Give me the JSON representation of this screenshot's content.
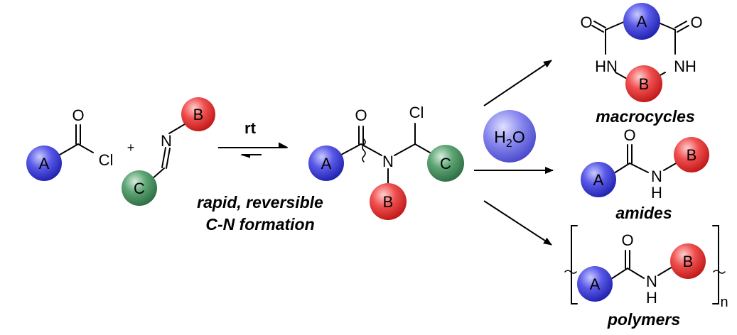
{
  "colors": {
    "A": "#3b3bd6",
    "B": "#e23a3a",
    "C": "#3f8a58",
    "water": "#6666dd"
  },
  "atoms": {
    "O": "O",
    "Cl": "Cl",
    "N": "N",
    "NH": "NH",
    "HN": "HN",
    "H": "H",
    "plus": "+",
    "n": "n"
  },
  "spheres": {
    "A": "A",
    "B": "B",
    "C": "C"
  },
  "water": {
    "H": "H",
    "sub2": "2",
    "O": "O"
  },
  "conditions": {
    "rt": "rt",
    "line1": "rapid, reversible",
    "line2": "C-N formation"
  },
  "products": {
    "macrocycles": "macrocycles",
    "amides": "amides",
    "polymers": "polymers"
  }
}
